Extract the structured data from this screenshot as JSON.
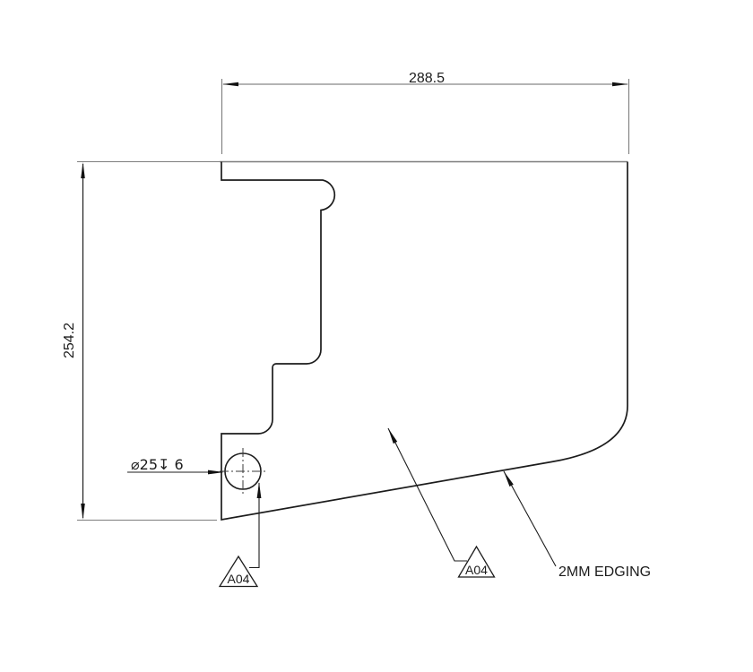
{
  "drawing": {
    "type_label": "panel-profile-drawing",
    "dimensions": {
      "width_value": "288.5",
      "height_value": "254.2"
    },
    "hole": {
      "callout": "⌀25↧ 6"
    },
    "notes": {
      "edging": "2MM EDGING"
    },
    "flags": {
      "left_label": "A04",
      "right_label": "A04"
    },
    "colors": {
      "outline": "#1c1c1c",
      "dim_line_gray": "#6a6a6a",
      "extension_gray": "#7d7d7d",
      "background": "#ffffff"
    }
  }
}
